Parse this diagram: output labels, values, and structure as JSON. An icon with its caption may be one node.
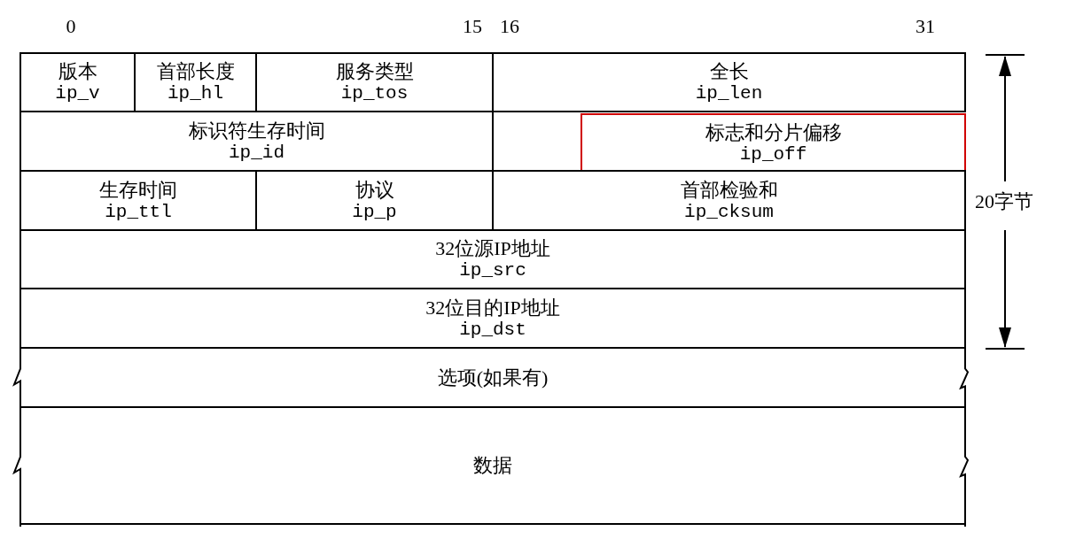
{
  "diagram": {
    "nodes": [
      {
        "text": [
          "版本",
          "ip_v"
        ]
      },
      {
        "text": [
          "首部长度",
          "ip_hl"
        ]
      },
      {
        "text": [
          "服务类型",
          "ip_tos"
        ]
      },
      {
        "text": [
          "全长",
          "ip_len"
        ]
      },
      {
        "text": [
          "标识符生存时间",
          "ip_id"
        ]
      },
      {
        "text": [
          "标志和分片偏移",
          "ip_off"
        ]
      },
      {
        "text": [
          "生存时间",
          "ip_ttl"
        ]
      },
      {
        "text": [
          "协议",
          "ip_p"
        ]
      },
      {
        "text": [
          "首部检验和",
          "ip_cksum"
        ]
      },
      {
        "text": [
          "32位源IP地址",
          "ip_src"
        ]
      },
      {
        "text": [
          "32位目的IP地址",
          "ip_dst"
        ]
      },
      {
        "text": [
          "选项(如果有)"
        ]
      },
      {
        "text": [
          "数据"
        ]
      }
    ],
    "edges": [],
    "labels": [
      "0",
      "15",
      "16",
      "31",
      "20字节"
    ]
  }
}
